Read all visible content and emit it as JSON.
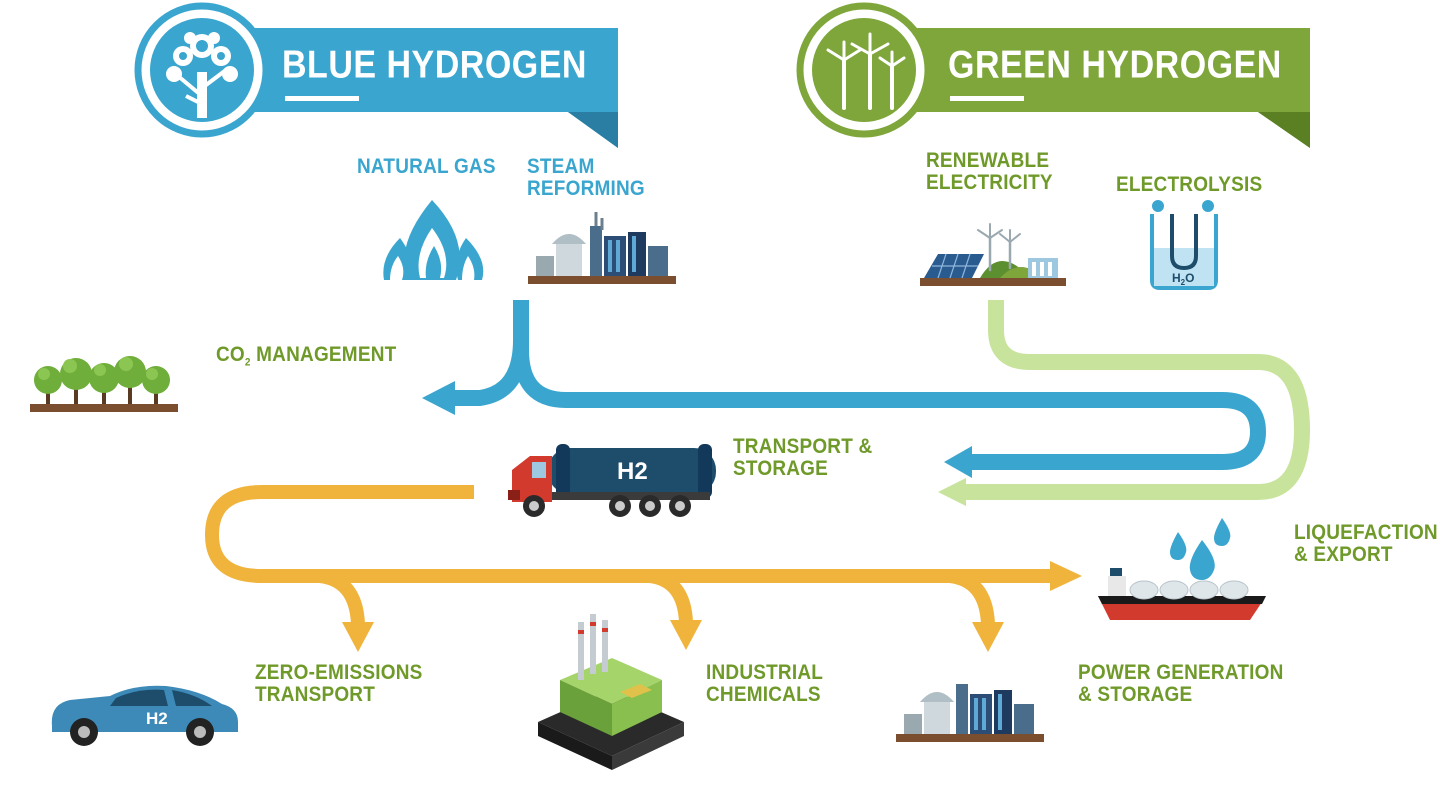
{
  "colors": {
    "blue": "#3aa6cf",
    "blue_dark": "#2a7ea3",
    "green": "#7ea63a",
    "green_dark": "#5b7f23",
    "light_green": "#c8e39c",
    "orange": "#f0b43c",
    "navy": "#1d4d6b",
    "red": "#d23a2e",
    "ground": "#7a4e2e"
  },
  "banners": {
    "blue_title": "BLUE HYDROGEN",
    "green_title": "GREEN HYDROGEN"
  },
  "labels": {
    "natural_gas": "NATURAL GAS",
    "steam_reforming_1": "STEAM",
    "steam_reforming_2": "REFORMING",
    "renewable_1": "RENEWABLE",
    "renewable_2": "ELECTRICITY",
    "electrolysis": "ELECTROLYSIS",
    "co2_prefix": "CO",
    "co2_sub": "2",
    "co2_suffix": " MANAGEMENT",
    "transport_1": "TRANSPORT &",
    "transport_2": "STORAGE",
    "liquefaction_1": "LIQUEFACTION",
    "liquefaction_2": "& EXPORT",
    "zero_1": "ZERO-EMISSIONS",
    "zero_2": "TRANSPORT",
    "industrial_1": "INDUSTRIAL",
    "industrial_2": "CHEMICALS",
    "power_1": "POWER GENERATION",
    "power_2": "& STORAGE"
  },
  "tanker_text": "H2",
  "car_text": "H2",
  "water_formula": {
    "h": "H",
    "sub": "2",
    "o": "O"
  },
  "icons": [
    "tree-icon",
    "wind-turbine-icon",
    "flame-icon",
    "refinery-icon",
    "solar-wind-icon",
    "electrolysis-icon",
    "forest-icon",
    "tanker-truck-icon",
    "water-drops-icon",
    "lng-ship-icon",
    "fuel-cell-car-icon",
    "chemical-plant-icon",
    "power-plant-icon"
  ]
}
